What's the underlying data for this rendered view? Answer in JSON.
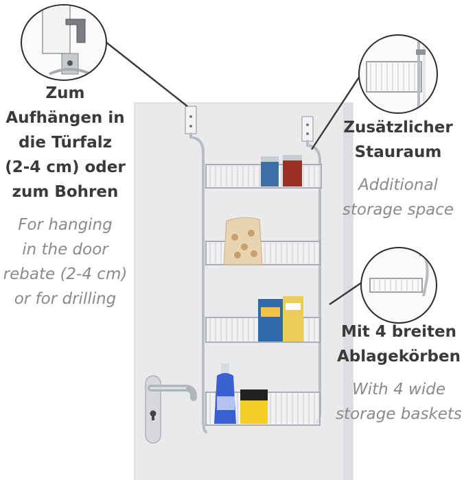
{
  "callouts": {
    "hanging": {
      "de_lines": [
        "Zum",
        "Aufhängen in",
        "die Türfalz",
        "(2-4 cm) oder",
        "zum Bohren"
      ],
      "en_lines": [
        "For hanging",
        "in the door",
        "rebate (2-4 cm)",
        "or for drilling"
      ],
      "icon": "door-hook-detail-icon"
    },
    "storage": {
      "de_lines": [
        "Zusätzlicher",
        "Stauraum"
      ],
      "en_lines": [
        "Additional",
        "storage space"
      ],
      "icon": "basket-detail-icon"
    },
    "baskets": {
      "de_lines": [
        "Mit 4 breiten",
        "Ablagekörben"
      ],
      "en_lines": [
        "With 4 wide",
        "storage baskets"
      ],
      "icon": "shallow-basket-detail-icon"
    }
  },
  "colors": {
    "door": "#e9eaec",
    "chrome": "#b9bcc0",
    "german_text": "#3a3a3a",
    "english_text": "#8a8a8a"
  }
}
